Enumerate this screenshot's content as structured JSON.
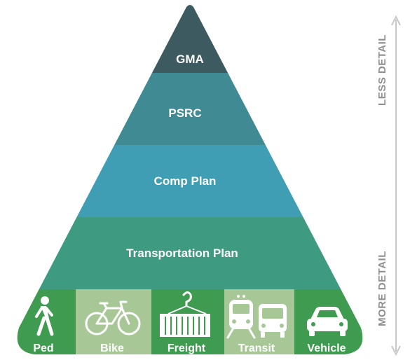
{
  "levels": [
    {
      "label": "GMA",
      "color": "#3c5a60"
    },
    {
      "label": "PSRC",
      "color": "#3f8a93"
    },
    {
      "label": "Comp Plan",
      "color": "#3f9eb3"
    },
    {
      "label": "Transportation Plan",
      "color": "#3e9b82"
    }
  ],
  "modes": [
    {
      "label": "Ped",
      "icon": "pedestrian-icon",
      "color": "#3e9b4f"
    },
    {
      "label": "Bike",
      "icon": "bicycle-icon",
      "color": "#a7c896"
    },
    {
      "label": "Freight",
      "icon": "freight-container-icon",
      "color": "#3e9b4f"
    },
    {
      "label": "Transit",
      "icon": "transit-train-bus-icon",
      "color": "#a7c896"
    },
    {
      "label": "Vehicle",
      "icon": "car-icon",
      "color": "#3e9b4f"
    }
  ],
  "axis": {
    "top_label": "LESS DETAIL",
    "bottom_label": "MORE DETAIL",
    "color": "#8f8f8f"
  }
}
